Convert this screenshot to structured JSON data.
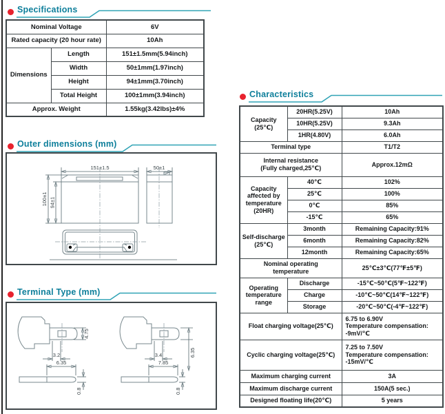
{
  "sections": {
    "specifications": {
      "title": "Specifications",
      "rows": [
        {
          "label": "Nominal Voltage",
          "value": "6V"
        },
        {
          "label": "Rated capacity (20 hour rate)",
          "value": "10Ah"
        },
        {
          "group": "Dimensions",
          "sub": "Length",
          "value": "151±1.5mm(5.94inch)"
        },
        {
          "sub": "Width",
          "value": "50±1mm(1.97inch)"
        },
        {
          "sub": "Height",
          "value": "94±1mm(3.70inch)"
        },
        {
          "sub": "Total Height",
          "value": "100±1mm(3.94inch)"
        },
        {
          "label": "Approx. Weight",
          "value": "1.55kg(3.42lbs)±4%"
        }
      ]
    },
    "outer_dimensions": {
      "title": "Outer dimensions (mm)",
      "length": "151±1.5",
      "width": "50±1",
      "total_height": "100±1",
      "height": "94±1"
    },
    "terminal_type": {
      "title": "Terminal Type (mm)",
      "t1": {
        "tab_height": "4.75",
        "slot_width": "3.2",
        "blade_length": "6.35",
        "blade_thickness": "0.8"
      },
      "t2": {
        "overall_height": "6.35",
        "slot_width": "3.4",
        "blade_length": "7.85",
        "blade_thickness": "0.8"
      }
    },
    "characteristics": {
      "title": "Characteristics",
      "rows": [
        {
          "group": "Capacity\n(25℃)",
          "sub": "20HR(5.25V)",
          "value": "10Ah"
        },
        {
          "sub": "10HR(5.25V)",
          "value": "9.3Ah"
        },
        {
          "sub": "1HR(4.80V)",
          "value": "6.0Ah"
        },
        {
          "label": "Terminal type",
          "value": "T1/T2"
        },
        {
          "label": "Internal resistance\n(Fully charged,25℃)",
          "value": "Approx.12mΩ"
        },
        {
          "group": "Capacity\naffected by\ntemperature\n(20HR)",
          "sub": "40℃",
          "value": "102%"
        },
        {
          "sub": "25℃",
          "value": "100%"
        },
        {
          "sub": "0℃",
          "value": "85%"
        },
        {
          "sub": "-15℃",
          "value": "65%"
        },
        {
          "group": "Self-discharge\n(25℃)",
          "sub": "3month",
          "value": "Remaining Capacity:91%"
        },
        {
          "sub": "6month",
          "value": "Remaining Capacity:82%"
        },
        {
          "sub": "12month",
          "value": "Remaining Capacity:65%"
        },
        {
          "label": "Nominal operating\ntemperature",
          "value": "25℃±3℃(77℉±5℉)"
        },
        {
          "group": "Operating\ntemperature\nrange",
          "sub": "Discharge",
          "value": "-15℃~50℃(5℉~122℉)"
        },
        {
          "sub": "Charge",
          "value": "-10℃~50℃(14℉~122℉)"
        },
        {
          "sub": "Storage",
          "value": "-20℃~50℃(-4℉~122℉)"
        },
        {
          "label": "Float charging voltage(25℃)",
          "value": "6.75 to 6.90V\nTemperature compensation:\n-9mV/℃"
        },
        {
          "label": "Cyclic charging voltage(25℃)",
          "value": "7.25 to 7.50V\nTemperature compensation:\n-15mV/℃"
        },
        {
          "label": "Maximum charging current",
          "value": "3A"
        },
        {
          "label": "Maximum discharge current",
          "value": "150A(5 sec.)"
        },
        {
          "label": "Designed floating life(20℃)",
          "value": "5 years"
        }
      ]
    }
  }
}
